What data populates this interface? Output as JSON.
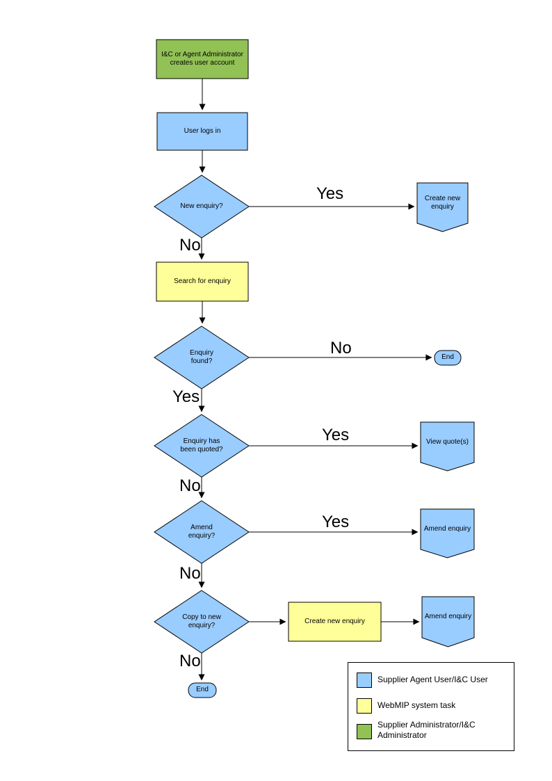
{
  "colors": {
    "user_task": "#99CCFF",
    "system_task": "#FFFF99",
    "admin_task": "#92C155",
    "outline": "#000000"
  },
  "nodes": {
    "admin_creates": {
      "label": "I&C or Agent Administrator creates user account"
    },
    "user_logs_in": {
      "label": "User logs in"
    },
    "new_enquiry": {
      "label": "New enquiry?"
    },
    "create_new_enquiry_connector": {
      "label": "Create new enquiry"
    },
    "search_for_enquiry": {
      "label": "Search for enquiry"
    },
    "enquiry_found": {
      "label": "Enquiry found?"
    },
    "end_1": {
      "label": "End"
    },
    "enquiry_quoted": {
      "label": "Enquiry has been quoted?"
    },
    "view_quotes": {
      "label": "View quote(s)"
    },
    "amend_enquiry_q": {
      "label": "Amend enquiry?"
    },
    "amend_enquiry_1": {
      "label": "Amend enquiry"
    },
    "copy_to_new_enquiry": {
      "label": "Copy to new enquiry?"
    },
    "create_new_enquiry_task": {
      "label": "Create new enquiry"
    },
    "amend_enquiry_2": {
      "label": "Amend enquiry"
    },
    "end_2": {
      "label": "End"
    }
  },
  "edge_labels": {
    "d1_yes": "Yes",
    "d1_no": "No",
    "d2_no": "No",
    "d2_yes": "Yes",
    "d3_yes": "Yes",
    "d3_no": "No",
    "d4_yes": "Yes",
    "d4_no": "No",
    "d5_no": "No"
  },
  "legend": {
    "items": [
      {
        "label": "Supplier Agent User/I&C User"
      },
      {
        "label": "WebMIP system task"
      },
      {
        "label": "Supplier Administrator/I&C Administrator"
      }
    ]
  }
}
